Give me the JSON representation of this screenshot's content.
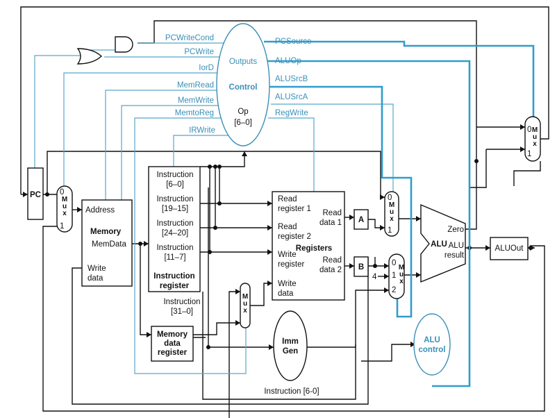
{
  "colors": {
    "control": "#3a8fb7",
    "control_wire": "#58a8c8",
    "datapath": "#111111"
  },
  "control": {
    "outputs_label": "Outputs",
    "title": "Control",
    "op_label": "Op",
    "op_bits": "[6–0]",
    "left_signals": [
      "PCWriteCond",
      "PCWrite",
      "IorD",
      "MemRead",
      "MemWrite",
      "MemtoReg",
      "IRWrite"
    ],
    "right_signals": [
      "PCSource",
      "ALUOp",
      "ALUSrcB",
      "ALUSrcA",
      "RegWrite"
    ]
  },
  "pc": {
    "label": "PC"
  },
  "mux_label": "M\nu\nx",
  "mux_inputs": {
    "zero": "0",
    "one": "1",
    "two": "2",
    "four": "4"
  },
  "memory": {
    "address": "Address",
    "title": "Memory",
    "memdata": "MemData",
    "write": "Write",
    "data": "data"
  },
  "ir": {
    "fields": [
      "Instruction\n[6–0]",
      "Instruction\n[19–15]",
      "Instruction\n[24–20]",
      "Instruction\n[11–7]"
    ],
    "title": "Instruction\nregister",
    "bottom": "Instruction\n[31–0]"
  },
  "mdr": {
    "title": "Memory\ndata\nregister"
  },
  "registers": {
    "read_reg1": "Read\nregister 1",
    "read_reg2": "Read\nregister 2",
    "write_reg": "Write\nregister",
    "write_data": "Write\ndata",
    "title": "Registers",
    "read_data1": "Read\ndata 1",
    "read_data2": "Read\ndata 2"
  },
  "reg_a": "A",
  "reg_b": "B",
  "immgen": {
    "title": "Imm\nGen",
    "caption": "Instruction [6-0]"
  },
  "alu": {
    "title": "ALU",
    "zero": "Zero",
    "result": "ALU\nresult"
  },
  "alu_control": {
    "title": "ALU\ncontrol"
  },
  "aluout": {
    "label": "ALUOut"
  }
}
